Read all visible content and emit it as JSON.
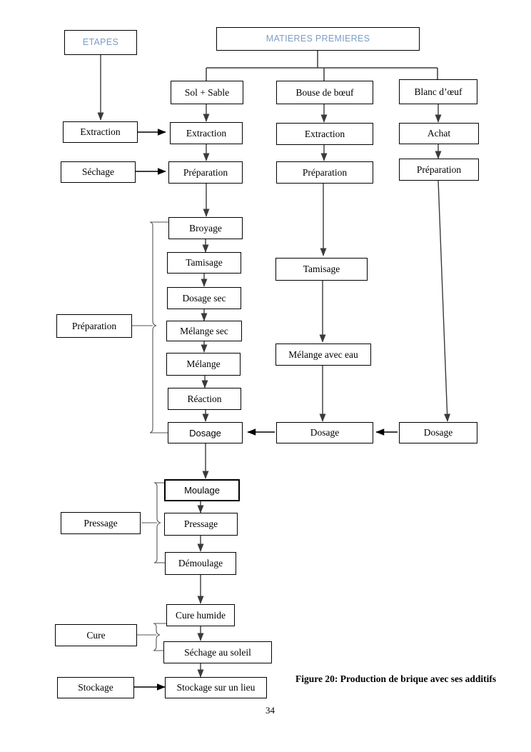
{
  "figure": {
    "caption": "Figure 20: Production de brique avec ses additifs",
    "page_number": "34",
    "accent_color": "#7d9dc4",
    "line_color": "#3a3a3a",
    "border_color": "#000000"
  },
  "headers": {
    "etapes": "ETAPES",
    "matieres_premieres": "MATIERES PREMIERES"
  },
  "stage_labels": {
    "extraction": "Extraction",
    "sechage": "Séchage",
    "preparation": "Préparation",
    "pressage": "Pressage",
    "cure": "Cure",
    "stockage": "Stockage"
  },
  "materials": {
    "sol_sable": "Sol + Sable",
    "bouse": "Bouse de bœuf",
    "blanc_oeuf": "Blanc d’œuf"
  },
  "column_sol": {
    "extraction": "Extraction",
    "preparation": "Préparation",
    "broyage": "Broyage",
    "tamisage": "Tamisage",
    "dosage_sec": "Dosage sec",
    "melange_sec": "Mélange sec",
    "melange": "Mélange",
    "reaction": "Réaction",
    "dosage": "Dosage"
  },
  "column_bouse": {
    "extraction": "Extraction",
    "preparation": "Préparation",
    "tamisage": "Tamisage",
    "melange_avec_eau": "Mélange avec eau",
    "dosage": "Dosage"
  },
  "column_blanc": {
    "achat": "Achat",
    "preparation": "Préparation",
    "dosage": "Dosage"
  },
  "final_steps": {
    "moulage": "Moulage",
    "pressage": "Pressage",
    "demoulage": "Démoulage",
    "cure_humide": "Cure humide",
    "sechage_soleil": "Séchage au soleil",
    "stockage_lieu": "Stockage sur un lieu"
  },
  "chart_data": {
    "type": "flowchart",
    "title": "Production de brique avec ses additifs",
    "columns": [
      "ETAPES",
      "Sol + Sable",
      "Bouse de bœuf",
      "Blanc d’œuf"
    ],
    "nodes": [
      {
        "id": "etapes",
        "label": "ETAPES",
        "column": "ETAPES"
      },
      {
        "id": "matieres",
        "label": "MATIERES PREMIERES",
        "column": "header"
      },
      {
        "id": "sol_sable",
        "label": "Sol + Sable",
        "column": "Sol + Sable"
      },
      {
        "id": "bouse",
        "label": "Bouse de bœuf",
        "column": "Bouse de bœuf"
      },
      {
        "id": "blanc",
        "label": "Blanc d’œuf",
        "column": "Blanc d’œuf"
      },
      {
        "id": "etape_extraction",
        "label": "Extraction",
        "column": "ETAPES"
      },
      {
        "id": "etape_sechage",
        "label": "Séchage",
        "column": "ETAPES"
      },
      {
        "id": "etape_preparation",
        "label": "Préparation",
        "column": "ETAPES"
      },
      {
        "id": "etape_pressage",
        "label": "Pressage",
        "column": "ETAPES"
      },
      {
        "id": "etape_cure",
        "label": "Cure",
        "column": "ETAPES"
      },
      {
        "id": "etape_stockage",
        "label": "Stockage",
        "column": "ETAPES"
      },
      {
        "id": "sol_extraction",
        "label": "Extraction",
        "column": "Sol + Sable"
      },
      {
        "id": "sol_preparation",
        "label": "Préparation",
        "column": "Sol + Sable"
      },
      {
        "id": "sol_broyage",
        "label": "Broyage",
        "column": "Sol + Sable"
      },
      {
        "id": "sol_tamisage",
        "label": "Tamisage",
        "column": "Sol + Sable"
      },
      {
        "id": "sol_dosage_sec",
        "label": "Dosage sec",
        "column": "Sol + Sable"
      },
      {
        "id": "sol_melange_sec",
        "label": "Mélange sec",
        "column": "Sol + Sable"
      },
      {
        "id": "sol_melange",
        "label": "Mélange",
        "column": "Sol + Sable"
      },
      {
        "id": "sol_reaction",
        "label": "Réaction",
        "column": "Sol + Sable"
      },
      {
        "id": "sol_dosage",
        "label": "Dosage",
        "column": "Sol + Sable"
      },
      {
        "id": "bouse_extraction",
        "label": "Extraction",
        "column": "Bouse de bœuf"
      },
      {
        "id": "bouse_preparation",
        "label": "Préparation",
        "column": "Bouse de bœuf"
      },
      {
        "id": "bouse_tamisage",
        "label": "Tamisage",
        "column": "Bouse de bœuf"
      },
      {
        "id": "bouse_melange_eau",
        "label": "Mélange avec eau",
        "column": "Bouse de bœuf"
      },
      {
        "id": "bouse_dosage",
        "label": "Dosage",
        "column": "Bouse de bœuf"
      },
      {
        "id": "blanc_achat",
        "label": "Achat",
        "column": "Blanc d’œuf"
      },
      {
        "id": "blanc_preparation",
        "label": "Préparation",
        "column": "Blanc d’œuf"
      },
      {
        "id": "blanc_dosage",
        "label": "Dosage",
        "column": "Blanc d’œuf"
      },
      {
        "id": "moulage",
        "label": "Moulage",
        "column": "common"
      },
      {
        "id": "pressage",
        "label": "Pressage",
        "column": "common"
      },
      {
        "id": "demoulage",
        "label": "Démoulage",
        "column": "common"
      },
      {
        "id": "cure_humide",
        "label": "Cure humide",
        "column": "common"
      },
      {
        "id": "sechage_soleil",
        "label": "Séchage au soleil",
        "column": "common"
      },
      {
        "id": "stockage_lieu",
        "label": "Stockage sur un lieu",
        "column": "common"
      }
    ],
    "edges": [
      {
        "from": "etapes",
        "to": "etape_extraction"
      },
      {
        "from": "matieres",
        "to": "sol_sable"
      },
      {
        "from": "matieres",
        "to": "bouse"
      },
      {
        "from": "matieres",
        "to": "blanc"
      },
      {
        "from": "etape_extraction",
        "to": "sol_extraction"
      },
      {
        "from": "etape_sechage",
        "to": "sol_preparation"
      },
      {
        "from": "sol_sable",
        "to": "sol_extraction"
      },
      {
        "from": "sol_extraction",
        "to": "sol_preparation"
      },
      {
        "from": "sol_preparation",
        "to": "sol_broyage"
      },
      {
        "from": "sol_broyage",
        "to": "sol_tamisage"
      },
      {
        "from": "sol_tamisage",
        "to": "sol_dosage_sec"
      },
      {
        "from": "sol_dosage_sec",
        "to": "sol_melange_sec"
      },
      {
        "from": "sol_melange_sec",
        "to": "sol_melange"
      },
      {
        "from": "sol_melange",
        "to": "sol_reaction"
      },
      {
        "from": "sol_reaction",
        "to": "sol_dosage"
      },
      {
        "from": "bouse",
        "to": "bouse_extraction"
      },
      {
        "from": "bouse_extraction",
        "to": "bouse_preparation"
      },
      {
        "from": "bouse_preparation",
        "to": "bouse_tamisage"
      },
      {
        "from": "bouse_tamisage",
        "to": "bouse_melange_eau"
      },
      {
        "from": "bouse_melange_eau",
        "to": "bouse_dosage"
      },
      {
        "from": "blanc",
        "to": "blanc_achat"
      },
      {
        "from": "blanc_achat",
        "to": "blanc_preparation"
      },
      {
        "from": "blanc_preparation",
        "to": "blanc_dosage"
      },
      {
        "from": "blanc_dosage",
        "to": "bouse_dosage"
      },
      {
        "from": "bouse_dosage",
        "to": "sol_dosage"
      },
      {
        "from": "sol_dosage",
        "to": "moulage"
      },
      {
        "from": "moulage",
        "to": "pressage"
      },
      {
        "from": "pressage",
        "to": "demoulage"
      },
      {
        "from": "demoulage",
        "to": "cure_humide"
      },
      {
        "from": "cure_humide",
        "to": "sechage_soleil"
      },
      {
        "from": "sechage_soleil",
        "to": "stockage_lieu"
      },
      {
        "from": "etape_stockage",
        "to": "stockage_lieu"
      }
    ],
    "brackets": [
      {
        "label": "Préparation",
        "covers": [
          "sol_broyage",
          "sol_dosage"
        ]
      },
      {
        "label": "Pressage",
        "covers": [
          "moulage",
          "demoulage"
        ]
      },
      {
        "label": "Cure",
        "covers": [
          "cure_humide",
          "sechage_soleil"
        ]
      }
    ]
  }
}
